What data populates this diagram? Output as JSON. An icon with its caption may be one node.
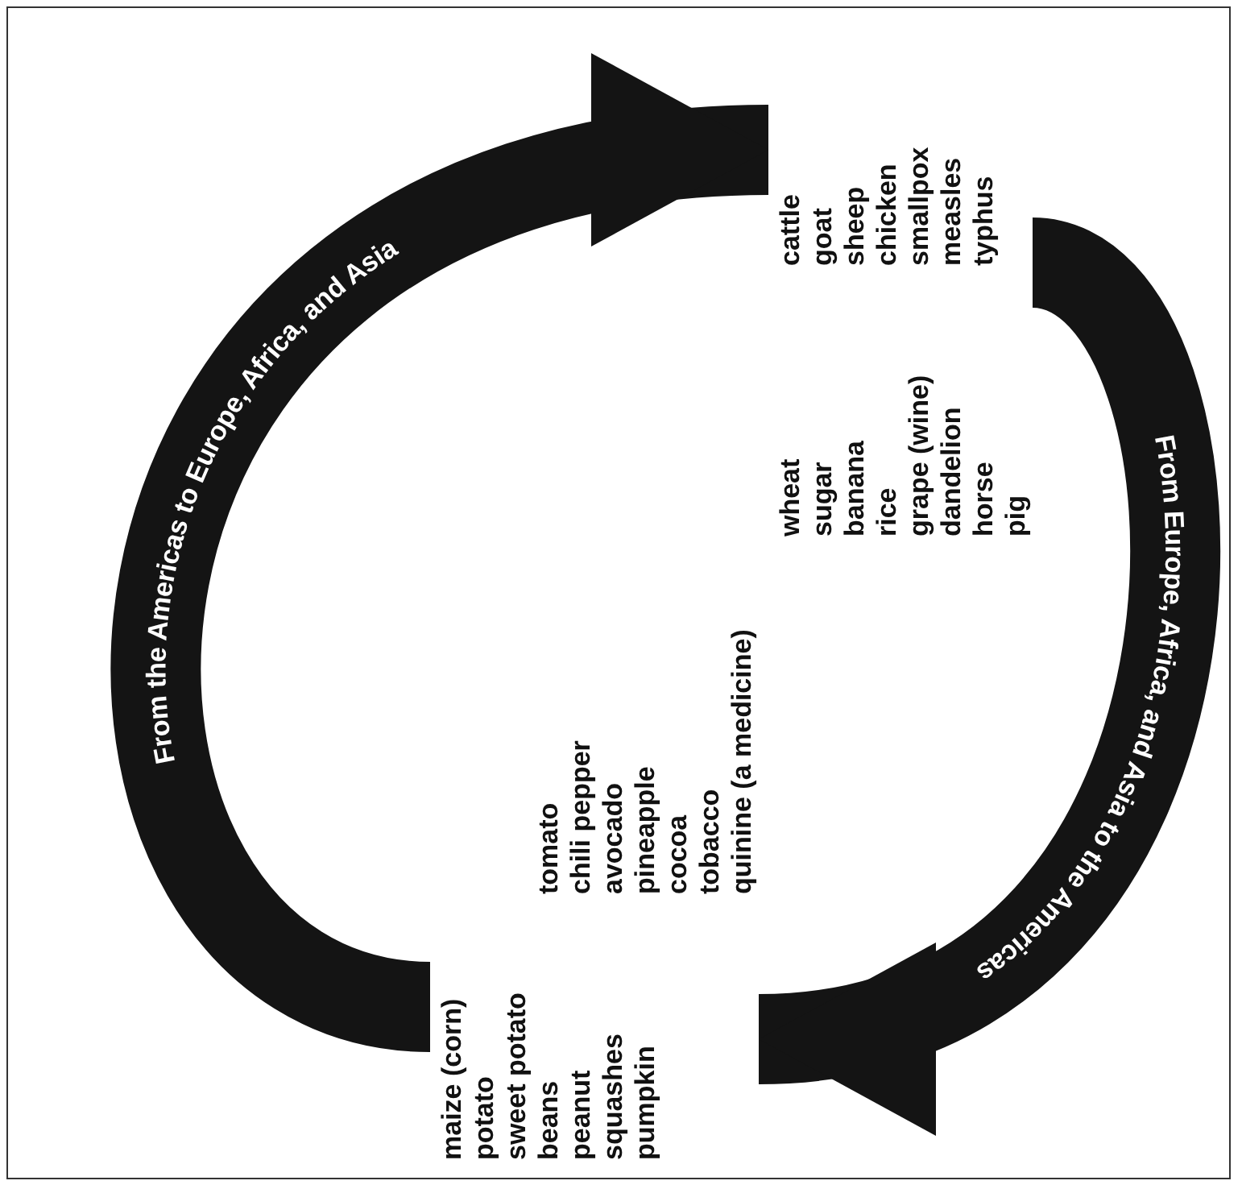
{
  "diagram": {
    "nodes": [
      {
        "text": [
          "maize (corn)",
          "potato",
          "sweet potato",
          "beans",
          "peanut",
          "squashes",
          "pumpkin",
          "tomato",
          "chili pepper",
          "avocado",
          "pineapple",
          "cocoa",
          "tobacco",
          "quinine (a medicine)"
        ]
      },
      {
        "text": [
          "wheat",
          "sugar",
          "banana",
          "rice",
          "grape (wine)",
          "dandelion",
          "horse",
          "pig",
          "cattle",
          "goat",
          "sheep",
          "chicken",
          "smallpox",
          "measles",
          "typhus"
        ]
      }
    ],
    "edges": [
      {
        "from": 0,
        "to": 1,
        "arrow": "to",
        "label": "From the Americas to Europe, Africa, and Asia"
      },
      {
        "from": 1,
        "to": 0,
        "arrow": "to",
        "label": "From Europe, Africa, and Asia to the Americas"
      }
    ]
  }
}
